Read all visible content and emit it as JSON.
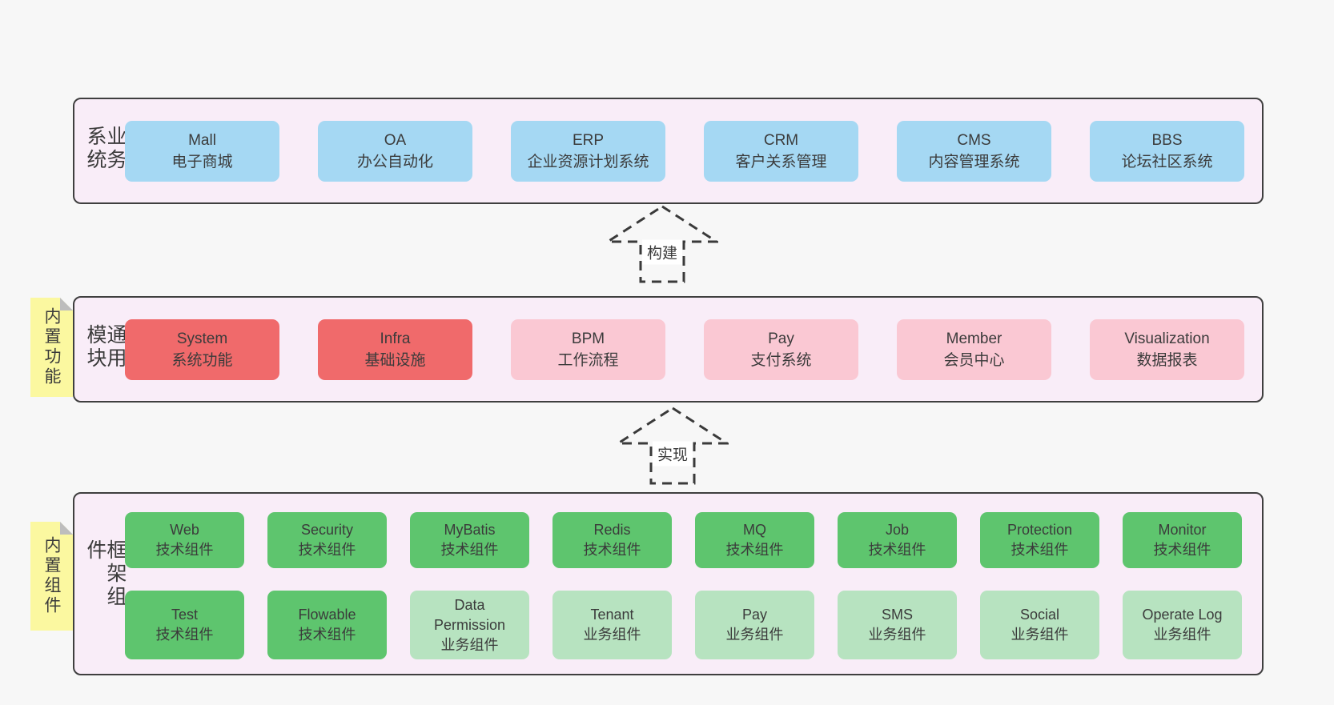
{
  "sections": {
    "business": {
      "label": "业务系统",
      "items": [
        {
          "name": "Mall",
          "desc": "电子商城"
        },
        {
          "name": "OA",
          "desc": "办公自动化"
        },
        {
          "name": "ERP",
          "desc": "企业资源计划系统"
        },
        {
          "name": "CRM",
          "desc": "客户关系管理"
        },
        {
          "name": "CMS",
          "desc": "内容管理系统"
        },
        {
          "name": "BBS",
          "desc": "论坛社区系统"
        }
      ]
    },
    "modules": {
      "label": "通用模块",
      "sticky": "内置功能",
      "items": [
        {
          "name": "System",
          "desc": "系统功能",
          "variant": "red"
        },
        {
          "name": "Infra",
          "desc": "基础设施",
          "variant": "red"
        },
        {
          "name": "BPM",
          "desc": "工作流程",
          "variant": "pink"
        },
        {
          "name": "Pay",
          "desc": "支付系统",
          "variant": "pink"
        },
        {
          "name": "Member",
          "desc": "会员中心",
          "variant": "pink"
        },
        {
          "name": "Visualization",
          "desc": "数据报表",
          "variant": "pink"
        }
      ]
    },
    "framework": {
      "label": "框架组件",
      "sticky": "内置组件",
      "rows": [
        [
          {
            "name": "Web",
            "desc": "技术组件",
            "variant": "green"
          },
          {
            "name": "Security",
            "desc": "技术组件",
            "variant": "green"
          },
          {
            "name": "MyBatis",
            "desc": "技术组件",
            "variant": "green"
          },
          {
            "name": "Redis",
            "desc": "技术组件",
            "variant": "green"
          },
          {
            "name": "MQ",
            "desc": "技术组件",
            "variant": "green"
          },
          {
            "name": "Job",
            "desc": "技术组件",
            "variant": "green"
          },
          {
            "name": "Protection",
            "desc": "技术组件",
            "variant": "green"
          },
          {
            "name": "Monitor",
            "desc": "技术组件",
            "variant": "green"
          }
        ],
        [
          {
            "name": "Test",
            "desc": "技术组件",
            "variant": "green"
          },
          {
            "name": "Flowable",
            "desc": "技术组件",
            "variant": "green"
          },
          {
            "name": "Data Permission",
            "desc": "业务组件",
            "variant": "light-green"
          },
          {
            "name": "Tenant",
            "desc": "业务组件",
            "variant": "light-green"
          },
          {
            "name": "Pay",
            "desc": "业务组件",
            "variant": "light-green"
          },
          {
            "name": "SMS",
            "desc": "业务组件",
            "variant": "light-green"
          },
          {
            "name": "Social",
            "desc": "业务组件",
            "variant": "light-green"
          },
          {
            "name": "Operate Log",
            "desc": "业务组件",
            "variant": "light-green"
          }
        ]
      ]
    }
  },
  "arrows": [
    {
      "label": "构建"
    },
    {
      "label": "实现"
    }
  ],
  "colors": {
    "page_bg": "#f7f7f7",
    "panel_bg": "#f9edf8",
    "panel_border": "#3f3f3f",
    "blue": "#a5d8f3",
    "red": "#f06a6b",
    "pink": "#fac8d3",
    "green": "#5ec56e",
    "light_green": "#b7e3c0",
    "sticky_yellow": "#fbf8a0",
    "text": "#3b3b3b"
  }
}
